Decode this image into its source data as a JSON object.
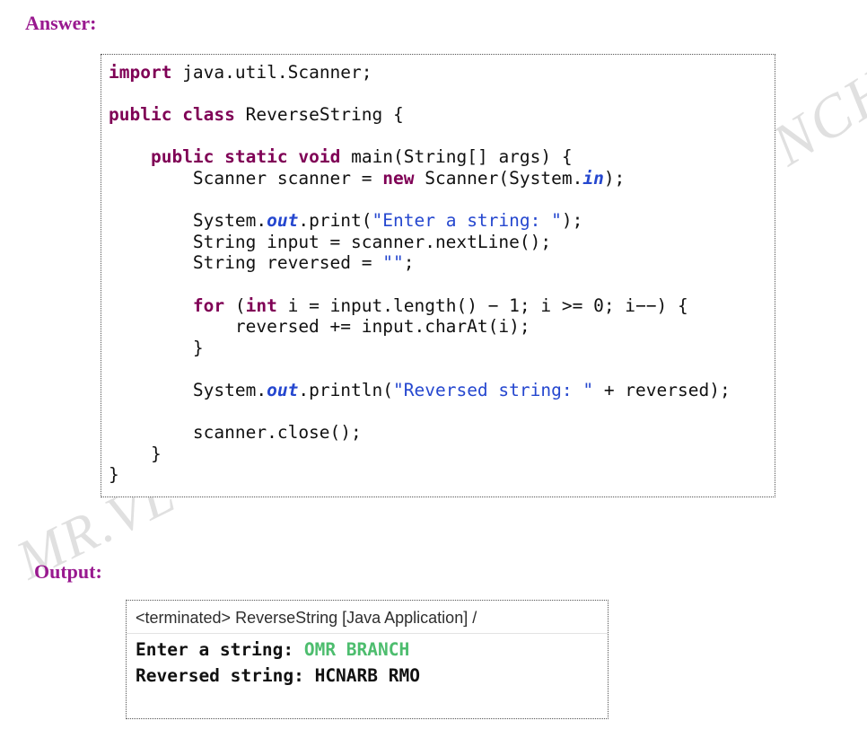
{
  "page": {
    "answer_label": "Answer:",
    "output_label": "Output:"
  },
  "colors": {
    "heading": "#99198f",
    "keyword": "#7f0055",
    "string": "#2547cf",
    "static_field": "#2547cf",
    "console_input": "#4dbd6e"
  },
  "watermark": {
    "fragments": [
      {
        "text": "NCH"
      },
      {
        "text": "MR.VL"
      }
    ]
  },
  "code": {
    "language": "java",
    "lines": [
      {
        "segments": [
          {
            "text": "import",
            "style": "kw"
          },
          {
            "text": " java.util.Scanner;",
            "style": "plain"
          }
        ]
      },
      {
        "segments": []
      },
      {
        "segments": [
          {
            "text": "public",
            "style": "kw"
          },
          {
            "text": " ",
            "style": "plain"
          },
          {
            "text": "class",
            "style": "kw"
          },
          {
            "text": " ReverseString {",
            "style": "plain"
          }
        ]
      },
      {
        "segments": []
      },
      {
        "segments": [
          {
            "text": "    ",
            "style": "plain"
          },
          {
            "text": "public",
            "style": "kw"
          },
          {
            "text": " ",
            "style": "plain"
          },
          {
            "text": "static",
            "style": "kw"
          },
          {
            "text": " ",
            "style": "plain"
          },
          {
            "text": "void",
            "style": "kw"
          },
          {
            "text": " main(String[] args) {",
            "style": "plain"
          }
        ]
      },
      {
        "segments": [
          {
            "text": "        Scanner scanner = ",
            "style": "plain"
          },
          {
            "text": "new",
            "style": "kw"
          },
          {
            "text": " Scanner(System.",
            "style": "plain"
          },
          {
            "text": "in",
            "style": "field"
          },
          {
            "text": ");",
            "style": "plain"
          }
        ]
      },
      {
        "segments": []
      },
      {
        "segments": [
          {
            "text": "        System.",
            "style": "plain"
          },
          {
            "text": "out",
            "style": "field"
          },
          {
            "text": ".print(",
            "style": "plain"
          },
          {
            "text": "\"Enter a string: \"",
            "style": "str"
          },
          {
            "text": ");",
            "style": "plain"
          }
        ]
      },
      {
        "segments": [
          {
            "text": "        String input = scanner.nextLine();",
            "style": "plain"
          }
        ]
      },
      {
        "segments": [
          {
            "text": "        String reversed = ",
            "style": "plain"
          },
          {
            "text": "\"\"",
            "style": "str"
          },
          {
            "text": ";",
            "style": "plain"
          }
        ]
      },
      {
        "segments": []
      },
      {
        "segments": [
          {
            "text": "        ",
            "style": "plain"
          },
          {
            "text": "for",
            "style": "kw"
          },
          {
            "text": " (",
            "style": "plain"
          },
          {
            "text": "int",
            "style": "kw"
          },
          {
            "text": " i = input.length() − 1; i >= 0; i−−) {",
            "style": "plain"
          }
        ]
      },
      {
        "segments": [
          {
            "text": "            reversed += input.charAt(i);",
            "style": "plain"
          }
        ]
      },
      {
        "segments": [
          {
            "text": "        }",
            "style": "plain"
          }
        ]
      },
      {
        "segments": []
      },
      {
        "segments": [
          {
            "text": "        System.",
            "style": "plain"
          },
          {
            "text": "out",
            "style": "field"
          },
          {
            "text": ".println(",
            "style": "plain"
          },
          {
            "text": "\"Reversed string: \"",
            "style": "str"
          },
          {
            "text": " + reversed);",
            "style": "plain"
          }
        ]
      },
      {
        "segments": []
      },
      {
        "segments": [
          {
            "text": "        scanner.close();",
            "style": "plain"
          }
        ]
      },
      {
        "segments": [
          {
            "text": "    }",
            "style": "plain"
          }
        ]
      },
      {
        "segments": [
          {
            "text": "}",
            "style": "plain"
          }
        ]
      }
    ]
  },
  "console": {
    "header": "<terminated> ReverseString [Java Application] /",
    "lines": [
      {
        "segments": [
          {
            "text": "Enter a string: ",
            "style": "plain"
          },
          {
            "text": "OMR BRANCH",
            "style": "input"
          }
        ]
      },
      {
        "segments": [
          {
            "text": "Reversed string: HCNARB RMO",
            "style": "plain"
          }
        ]
      }
    ]
  }
}
